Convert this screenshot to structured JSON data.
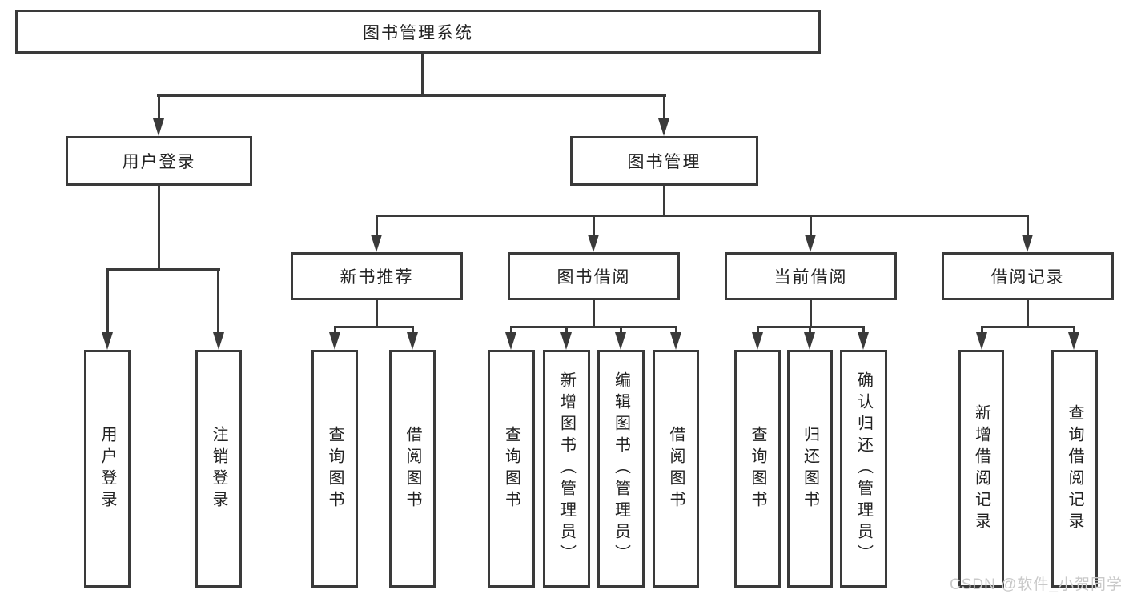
{
  "colors": {
    "line": "#3a3a3a",
    "box_border": "#3a3a3a",
    "text": "#222222",
    "watermark": "#c9c9c9",
    "background": "#ffffff"
  },
  "tree": {
    "root": {
      "label": "图书管理系统",
      "children": [
        {
          "label": "用户登录",
          "children": [
            {
              "label": "用户登录"
            },
            {
              "label": "注销登录"
            }
          ]
        },
        {
          "label": "图书管理",
          "children": [
            {
              "label": "新书推荐",
              "children": [
                {
                  "label": "查询图书"
                },
                {
                  "label": "借阅图书"
                }
              ]
            },
            {
              "label": "图书借阅",
              "children": [
                {
                  "label": "查询图书"
                },
                {
                  "label": "新增图书（管理员）"
                },
                {
                  "label": "编辑图书（管理员）"
                },
                {
                  "label": "借阅图书"
                }
              ]
            },
            {
              "label": "当前借阅",
              "children": [
                {
                  "label": "查询图书"
                },
                {
                  "label": "归还图书"
                },
                {
                  "label": "确认归还（管理员）"
                }
              ]
            },
            {
              "label": "借阅记录",
              "children": [
                {
                  "label": "新增借阅记录"
                },
                {
                  "label": "查询借阅记录"
                }
              ]
            }
          ]
        }
      ]
    }
  },
  "watermark": {
    "text": "CSDN @软件_小贺同学"
  }
}
